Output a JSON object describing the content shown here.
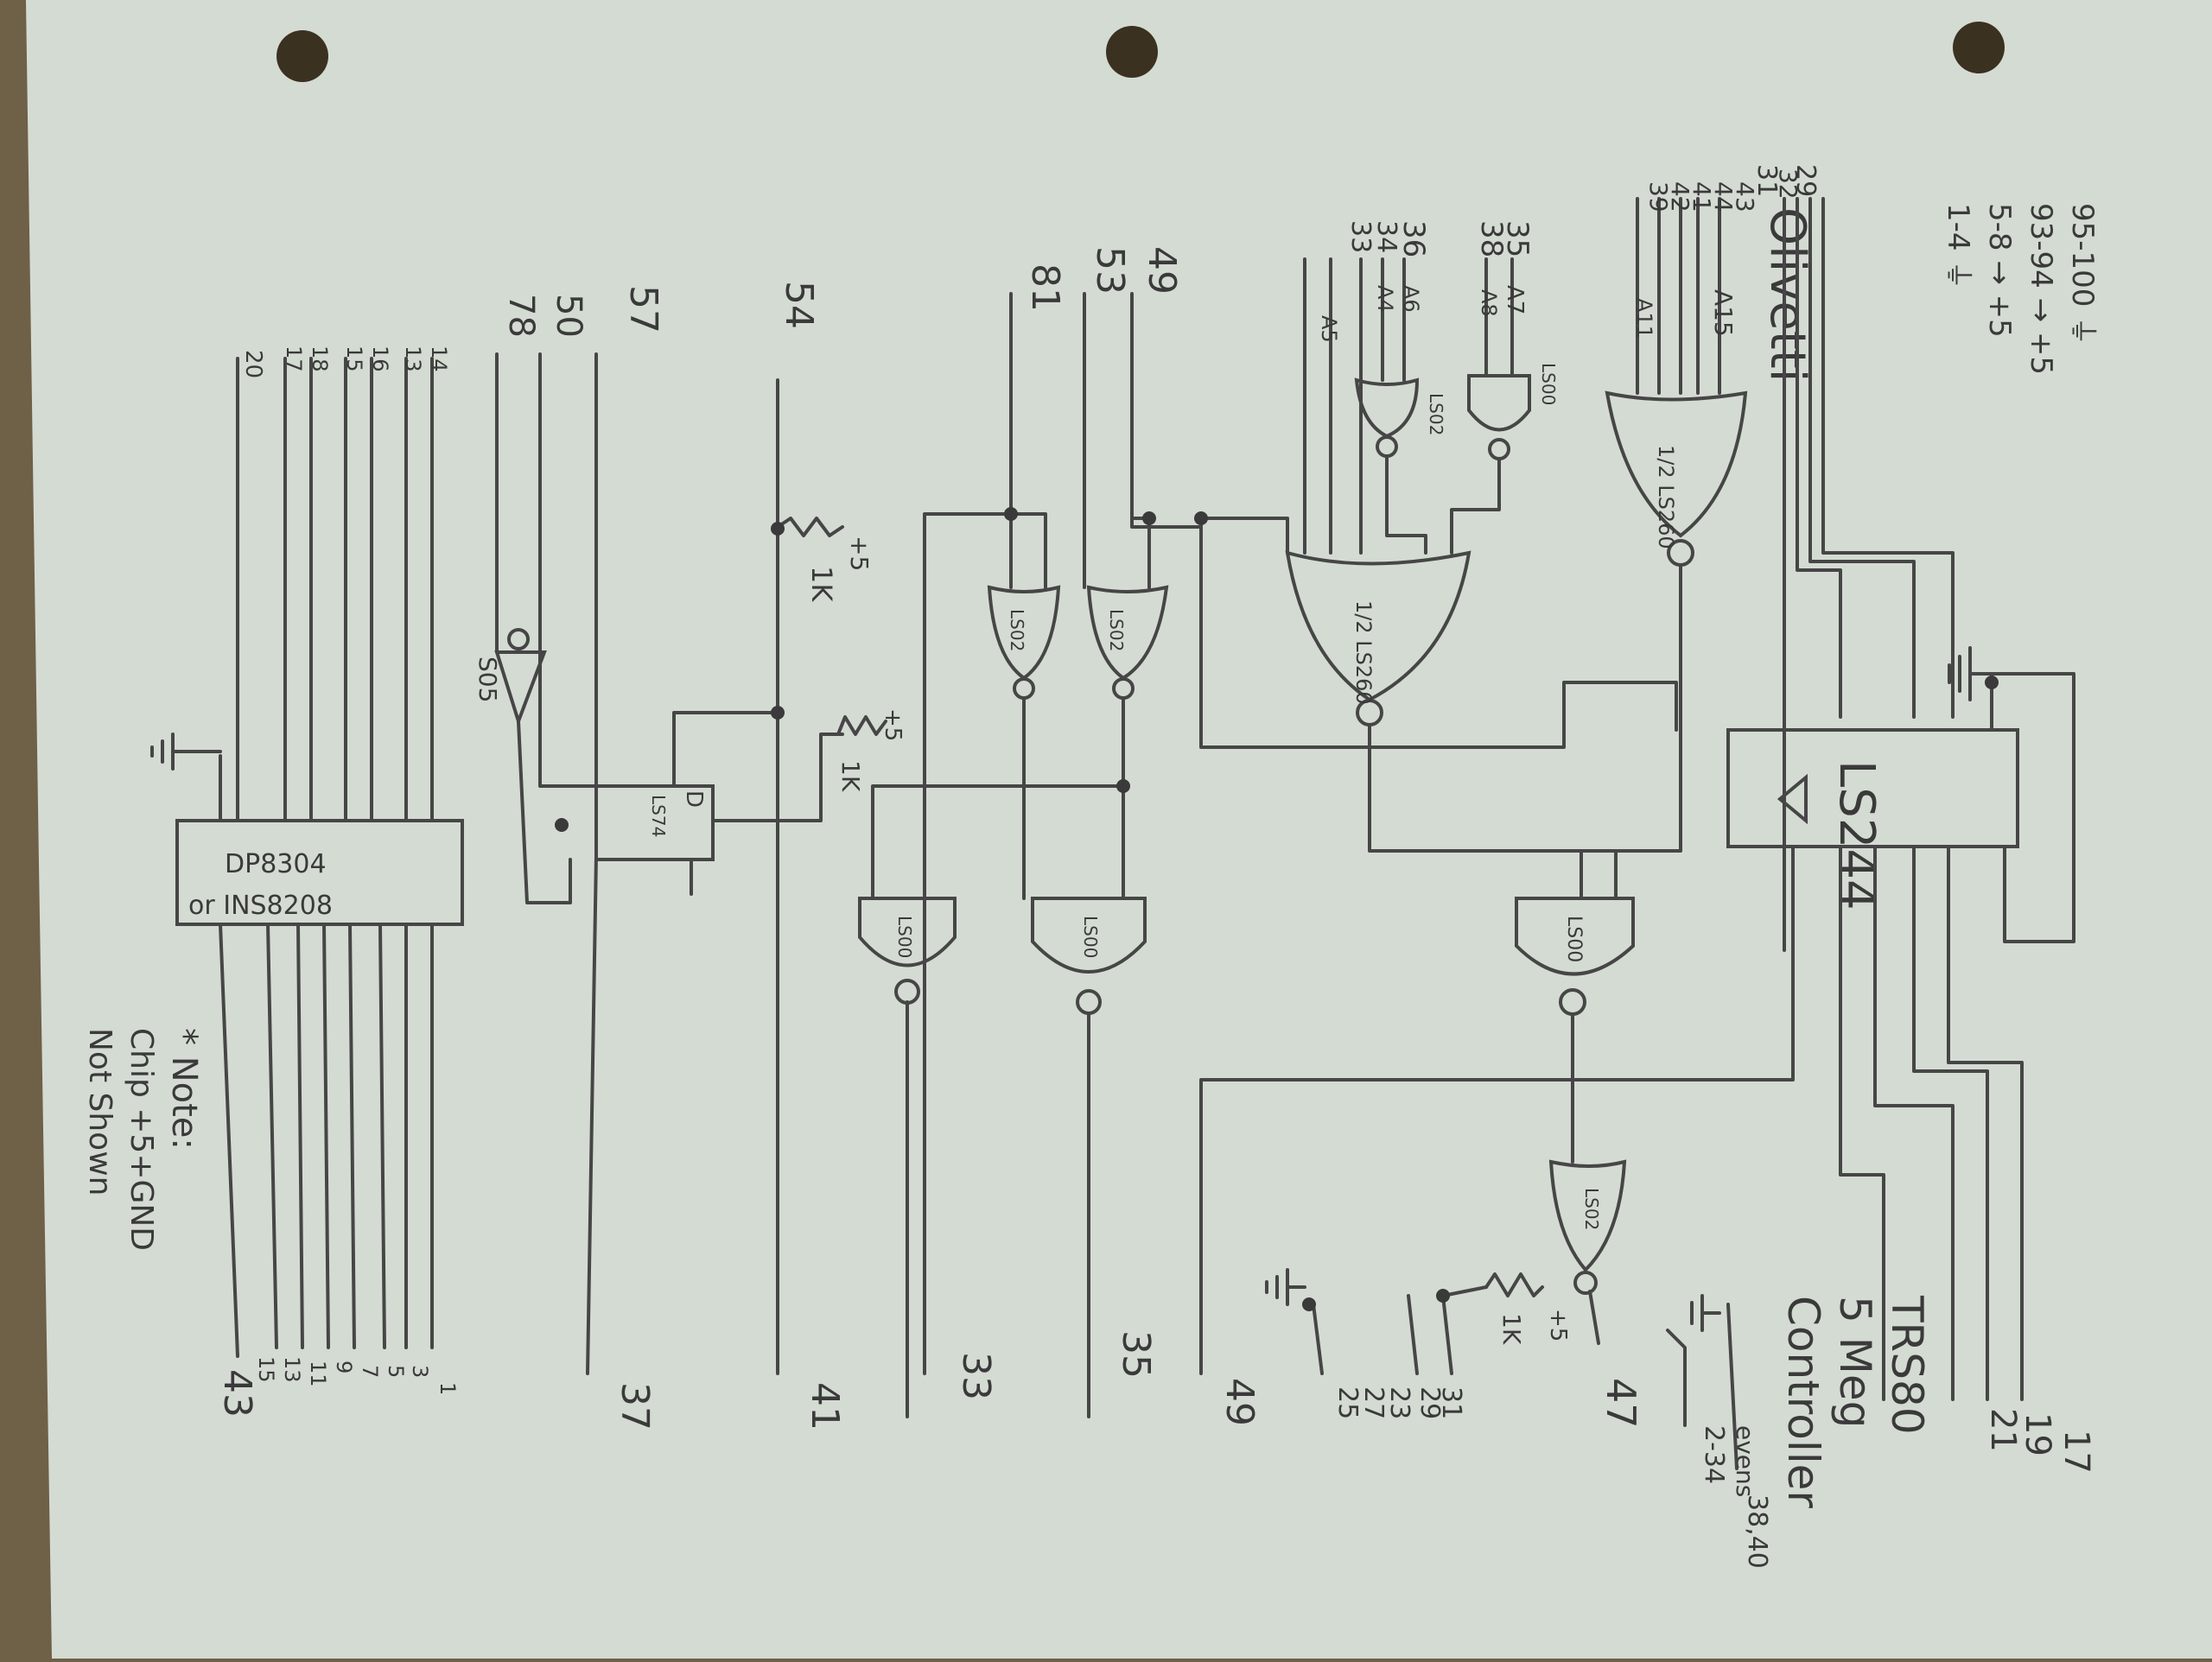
{
  "power_notes": [
    "1-4 ⏚",
    "5-8 → +5",
    "93-94 → +5",
    "95-100 ⏚"
  ],
  "connector_left": {
    "title": "Olivetti",
    "pins": [
      "29",
      "32",
      "31",
      "43",
      "44",
      "41",
      "42",
      "39",
      "35",
      "38",
      "36",
      "34",
      "33",
      "49",
      "53",
      "81",
      "54",
      "57",
      "50",
      "78",
      "14",
      "13",
      "16",
      "15",
      "18",
      "17",
      "20"
    ]
  },
  "connector_right": {
    "title": "TRS80 5 Meg Controller",
    "title_lines": [
      "TRS80",
      "5 Meg",
      "Controller"
    ],
    "pins": [
      "17",
      "19",
      "21",
      "47",
      "31",
      "29",
      "23",
      "27",
      "25",
      "49",
      "35",
      "33",
      "41",
      "37",
      "1",
      "3",
      "5",
      "7",
      "9",
      "11",
      "13",
      "15",
      "43"
    ],
    "evens_label": [
      "evens",
      "2-34",
      "38,40"
    ]
  },
  "address_labels": [
    "A15",
    "A11",
    "A7",
    "A8",
    "A6",
    "A4",
    "A5"
  ],
  "chips": {
    "ls244": "LS244",
    "ls260_top": "1/2 LS260",
    "ls260_mid": "1/2 LS260",
    "ls00": "LS00",
    "ls02": "LS02",
    "ls74": "LS74",
    "s05": "S05",
    "dp8304_line1": "DP8304",
    "dp8304_line2": "or INS8208"
  },
  "resistors": [
    "1K",
    "1K",
    "1K"
  ],
  "supply_label": "+5",
  "note": [
    "* Note:",
    "Chip +5+GND",
    "Not Shown"
  ]
}
